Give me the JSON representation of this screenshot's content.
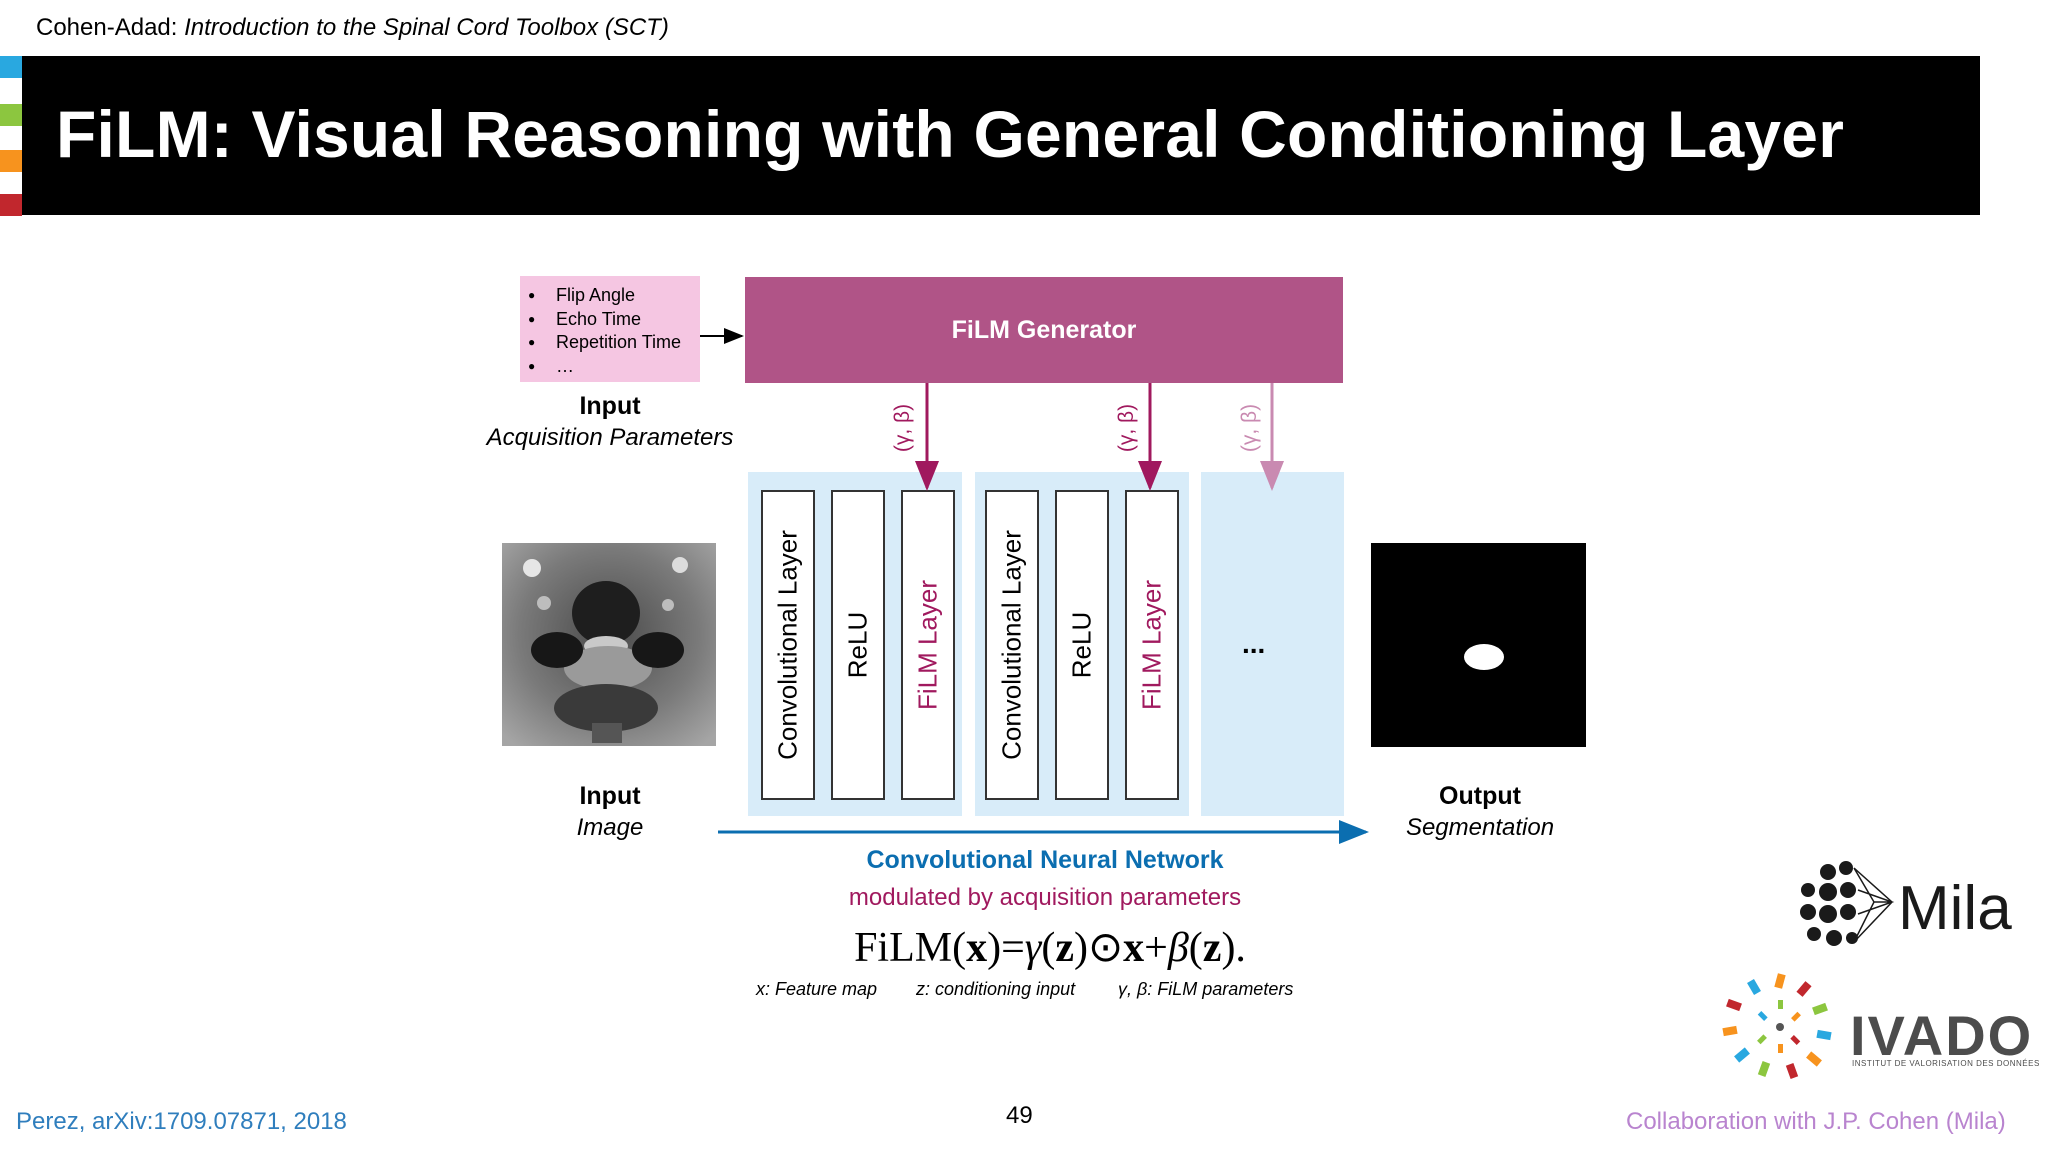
{
  "header": {
    "author": "Cohen-Adad:",
    "course": "Introduction to the Spinal Cord Toolbox (SCT)"
  },
  "title": "FiLM: Visual Reasoning with General Conditioning Layer",
  "accent_colors": [
    "#29a8e0",
    "#8cc63f",
    "#f7931e",
    "#c1272d"
  ],
  "diagram": {
    "param_items": [
      "Flip Angle",
      "Echo Time",
      "Repetition Time",
      "…"
    ],
    "input_params_label": "Input",
    "input_params_sub": "Acquisition Parameters",
    "generator_label": "FiLM Generator",
    "gamma_beta": "(γ, β)",
    "blocks": [
      {
        "layers": [
          "Convolutional Layer",
          "ReLU",
          "FiLM Layer"
        ]
      },
      {
        "layers": [
          "Convolutional Layer",
          "ReLU",
          "FiLM Layer"
        ]
      }
    ],
    "ellipsis": "...",
    "input_image_label": "Input",
    "input_image_sub": "Image",
    "output_label": "Output",
    "output_sub": "Segmentation",
    "cnn_title": "Convolutional Neural Network",
    "cnn_subtitle": "modulated by acquisition parameters",
    "legend": {
      "x": "x: Feature map",
      "z": "z: conditioning input",
      "gb": "γ, β: FiLM parameters"
    }
  },
  "footer": {
    "reference": "Perez, arXiv:1709.07871, 2018",
    "page": "49",
    "collaboration": "Collaboration with J.P. Cohen (Mila)"
  },
  "logos": {
    "mila": "Mila",
    "ivado": "IVADO",
    "ivado_sub": "INSTITUT DE VALORISATION DES DONNÉES"
  },
  "colors": {
    "title_bar": "#000000",
    "film_magenta": "#b05487",
    "param_pink": "#f5c6e2",
    "panel_blue": "#d8ecf9",
    "cnn_blue": "#0b6eb0",
    "film_text": "#a0195e"
  }
}
